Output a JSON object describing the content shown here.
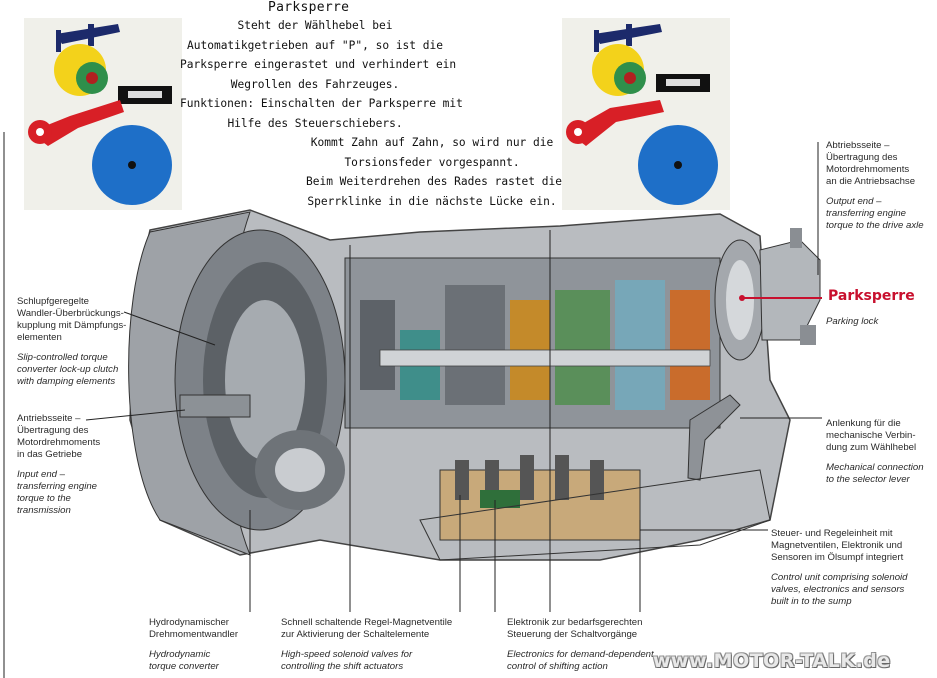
{
  "top_text": {
    "title": "Parksperre",
    "lines": [
      "Steht der Wählhebel bei",
      "Automatikgetrieben auf \"P\", so ist die",
      "Parksperre eingerastet und verhindert ein",
      "Wegrollen des Fahrzeuges.",
      "Funktionen: Einschalten der Parksperre mit",
      "Hilfe des Steuerschiebers."
    ],
    "lines_right": [
      "Kommt Zahn auf Zahn, so wird nur die",
      "Torsionsfeder vorgespannt.",
      "Beim Weiterdrehen des Rades rastet die",
      "Sperrklinke in die nächste Lücke ein."
    ]
  },
  "labels": {
    "lockup_de": [
      "Schlupfgeregelte",
      "Wandler-Überbrückungs-",
      "kupplung mit Dämpfungs-",
      "elementen"
    ],
    "lockup_en": [
      "Slip-controlled torque",
      "converter lock-up clutch",
      "with damping elements"
    ],
    "input_de": [
      "Antriebsseite –",
      "Übertragung des",
      "Motordrehmoments",
      "in das Getriebe"
    ],
    "input_en": [
      "Input end –",
      "transferring engine",
      "torque to the",
      "transmission"
    ],
    "converter_de": [
      "Hydrodynamischer",
      "Drehmomentwandler"
    ],
    "converter_en": [
      "Hydrodynamic",
      "torque converter"
    ],
    "solenoid_de": [
      "Schnell schaltende Regel-Magnetventile",
      "zur Aktivierung der Schaltelemente"
    ],
    "solenoid_en": [
      "High-speed solenoid valves for",
      "controlling the shift actuators"
    ],
    "electronics_de": [
      "Elektronik zur bedarfsgerechten",
      "Steuerung der Schaltvorgänge"
    ],
    "electronics_en": [
      "Electronics for demand-dependent",
      "control of shifting action"
    ],
    "output_de": [
      "Abtriebsseite –",
      "Übertragung des",
      "Motordrehmoments",
      "an die Antriebsachse"
    ],
    "output_en": [
      "Output end –",
      "transferring engine",
      "torque to the drive axle"
    ],
    "parklock_de": "Parksperre",
    "parklock_en": "Parking lock",
    "selector_de": [
      "Anlenkung für die",
      "mechanische Verbin-",
      "dung zum Wählhebel"
    ],
    "selector_en": [
      "Mechanical connection",
      "to the selector lever"
    ],
    "control_de": [
      "Steuer- und Regeleinheit mit",
      "Magnetventilen, Elektronik und",
      "Sensoren im Ölsumpf integriert"
    ],
    "control_en": [
      "Control unit comprising solenoid",
      "valves, electronics and sensors",
      "built in to the sump"
    ]
  },
  "watermark": "www.MOTOR-TALK.de",
  "colors": {
    "park_label": "#c8102e",
    "gear_blue": "#1e6fc8",
    "lever_red": "#d81f26",
    "pawl_yellow": "#f3d21b",
    "hub_green": "#2f8f4b",
    "arm_navy": "#1c2a6b"
  }
}
